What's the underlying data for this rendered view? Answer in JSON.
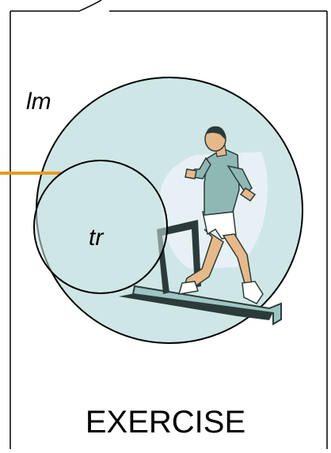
{
  "labels": {
    "outer_circle": "lm",
    "inner_circle": "tr",
    "caption": "EXERCISE"
  },
  "colors": {
    "circle_fill": "#cfe6e6",
    "outline": "#000000",
    "connector": "#e89a1c"
  },
  "icons": {
    "illustration": "runner-on-treadmill-icon"
  }
}
